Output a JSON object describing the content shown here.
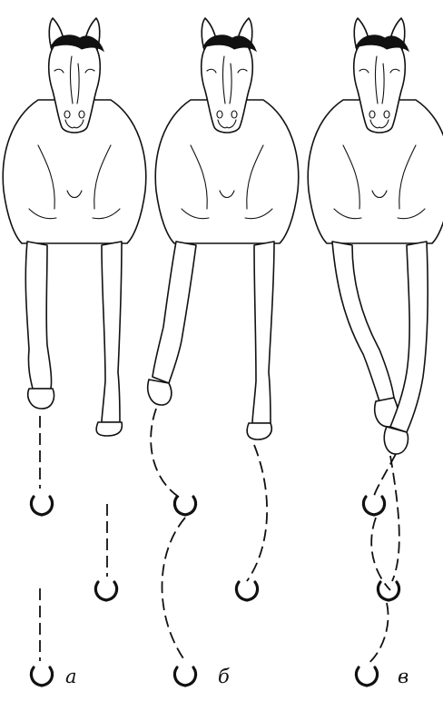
{
  "figure": {
    "panels": [
      {
        "label": "а"
      },
      {
        "label": "б"
      },
      {
        "label": "в"
      }
    ],
    "line_color": "#111111",
    "background": "#ffffff"
  }
}
